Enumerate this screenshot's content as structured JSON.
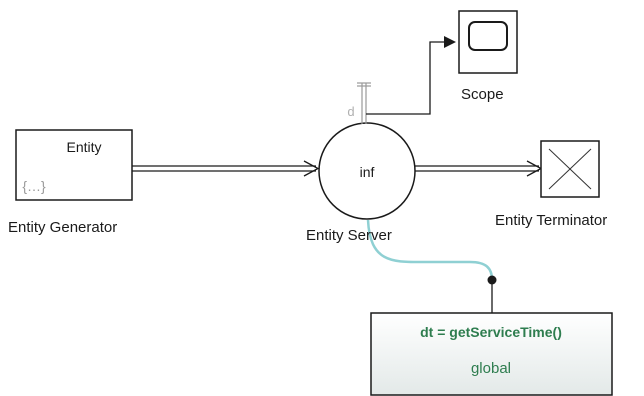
{
  "blocks": {
    "entity_generator": {
      "inner_label": "Entity",
      "icon_text": "{…}",
      "name": "Entity Generator"
    },
    "entity_server": {
      "inner_label": "inf",
      "port_label": "d",
      "name": "Entity Server"
    },
    "scope": {
      "name": "Scope"
    },
    "entity_terminator": {
      "name": "Entity Terminator"
    },
    "simulink_function": {
      "signature": "dt = getServiceTime()",
      "scope": "global"
    }
  },
  "colors": {
    "block_border": "#1a1a1a",
    "function_text": "#2e7d4f",
    "icon_text": "#9a9a9a",
    "port_label": "#b0b0b0",
    "function_link": "#8fd0d3",
    "function_fill_top": "#ffffff",
    "function_fill_bottom": "#e6eceb"
  },
  "icons": {
    "scope": "scope-screen-icon",
    "terminator": "x-cross-icon",
    "generator": "curly-braces-icon",
    "arrows": "double-line-arrow-icon"
  }
}
